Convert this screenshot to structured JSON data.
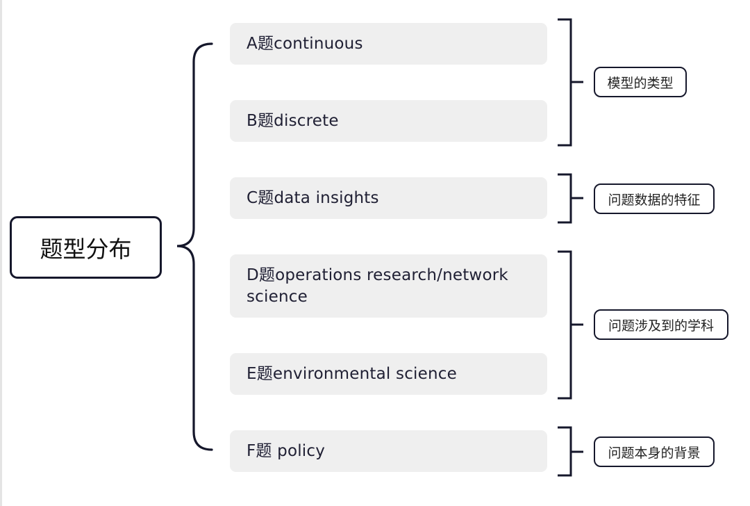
{
  "root": {
    "label": "题型分布"
  },
  "items": [
    {
      "label": "A题continuous"
    },
    {
      "label": "B题discrete"
    },
    {
      "label": "C题data insights"
    },
    {
      "label": "D题operations research/network science"
    },
    {
      "label": "E题environmental science"
    },
    {
      "label": "F题 policy"
    }
  ],
  "tags": [
    {
      "label": "模型的类型"
    },
    {
      "label": "问题数据的特征"
    },
    {
      "label": "问题涉及到的学科"
    },
    {
      "label": "问题本身的背景"
    }
  ],
  "colors": {
    "line": "#15172b",
    "item_background": "#efefef",
    "text": "#202034"
  }
}
